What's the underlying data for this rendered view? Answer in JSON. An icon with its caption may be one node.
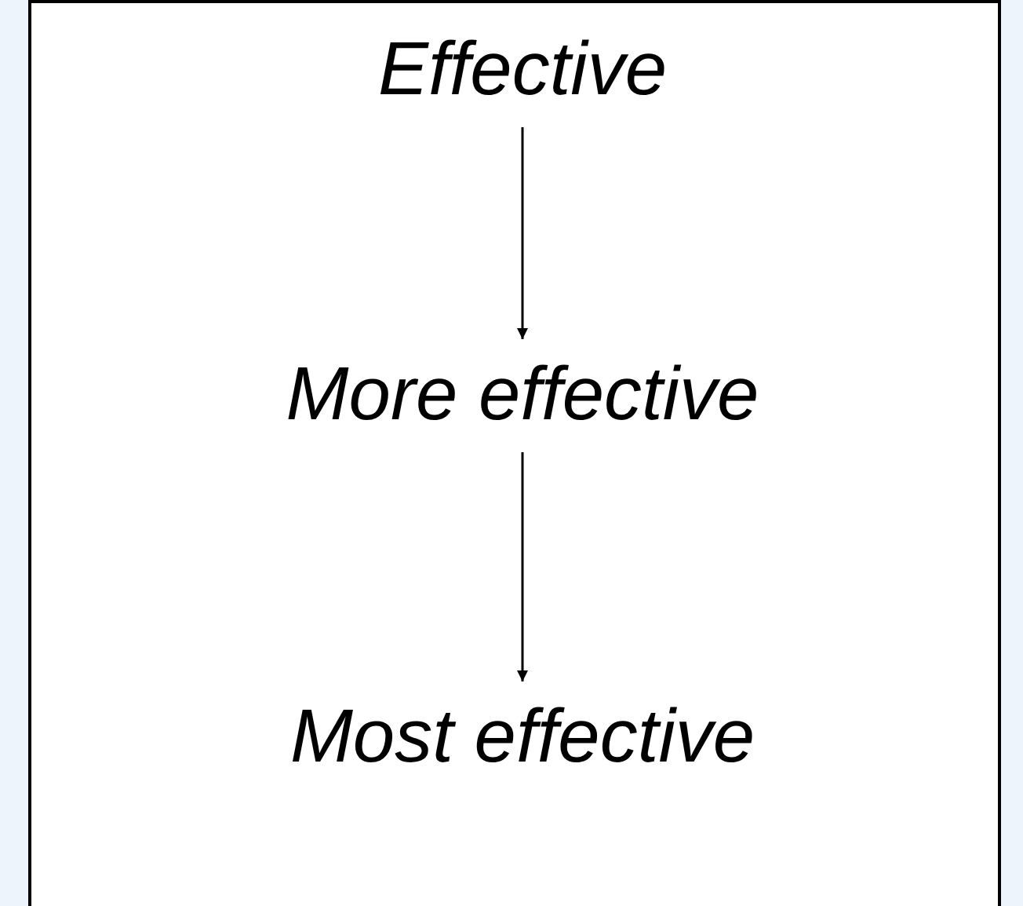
{
  "diagram": {
    "nodes": [
      {
        "text": [
          "Effective"
        ]
      },
      {
        "text": [
          "More effective"
        ]
      },
      {
        "text": [
          "Most effective"
        ]
      }
    ],
    "edges": [
      {
        "from": 0,
        "to": 1,
        "arrow": "to"
      },
      {
        "from": 1,
        "to": 2,
        "arrow": "to"
      }
    ]
  }
}
